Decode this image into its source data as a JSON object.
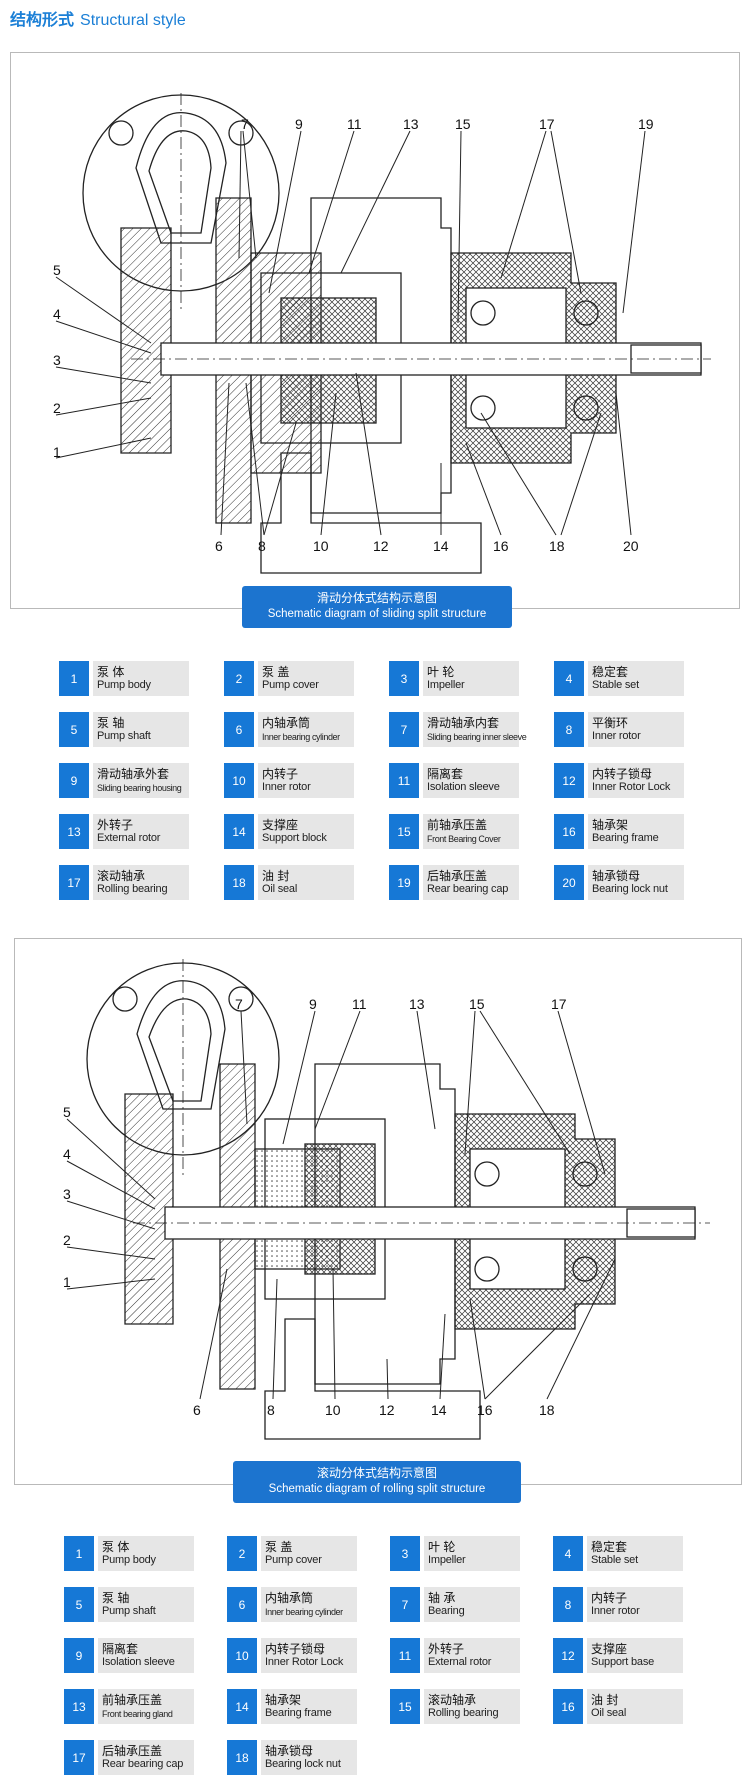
{
  "header": {
    "title_zh": "结构形式",
    "title_en": "Structural style"
  },
  "diagram1": {
    "caption_zh": "滑动分体式结构示意图",
    "caption_en": "Schematic diagram of sliding split structure",
    "callouts": [
      "1",
      "2",
      "3",
      "4",
      "5",
      "6",
      "7",
      "8",
      "9",
      "10",
      "11",
      "12",
      "13",
      "14",
      "15",
      "16",
      "17",
      "18",
      "19",
      "20"
    ],
    "legend": [
      {
        "num": "1",
        "zh": "泵 体",
        "en": "Pump body"
      },
      {
        "num": "2",
        "zh": "泵 盖",
        "en": "Pump cover"
      },
      {
        "num": "3",
        "zh": "叶 轮",
        "en": "Impeller"
      },
      {
        "num": "4",
        "zh": "稳定套",
        "en": "Stable set"
      },
      {
        "num": "5",
        "zh": "泵 轴",
        "en": "Pump shaft"
      },
      {
        "num": "6",
        "zh": "内轴承筒",
        "en": "Inner bearing cylinder"
      },
      {
        "num": "7",
        "zh": "滑动轴承内套",
        "en": "Sliding bearing inner sleeve"
      },
      {
        "num": "8",
        "zh": "平衡环",
        "en": "Inner rotor"
      },
      {
        "num": "9",
        "zh": "滑动轴承外套",
        "en": "Sliding bearing housing"
      },
      {
        "num": "10",
        "zh": "内转子",
        "en": "Inner rotor"
      },
      {
        "num": "11",
        "zh": "隔离套",
        "en": "Isolation sleeve"
      },
      {
        "num": "12",
        "zh": "内转子锁母",
        "en": "Inner Rotor Lock"
      },
      {
        "num": "13",
        "zh": "外转子",
        "en": "External rotor"
      },
      {
        "num": "14",
        "zh": "支撑座",
        "en": "Support block"
      },
      {
        "num": "15",
        "zh": "前轴承压盖",
        "en": "Front Bearing Cover"
      },
      {
        "num": "16",
        "zh": "轴承架",
        "en": "Bearing frame"
      },
      {
        "num": "17",
        "zh": "滚动轴承",
        "en": "Rolling bearing"
      },
      {
        "num": "18",
        "zh": "油 封",
        "en": "Oil seal"
      },
      {
        "num": "19",
        "zh": "后轴承压盖",
        "en": "Rear bearing cap"
      },
      {
        "num": "20",
        "zh": "轴承锁母",
        "en": "Bearing lock nut"
      }
    ]
  },
  "diagram2": {
    "caption_zh": "滚动分体式结构示意图",
    "caption_en": "Schematic diagram of rolling split structure",
    "callouts": [
      "1",
      "2",
      "3",
      "4",
      "5",
      "6",
      "7",
      "8",
      "9",
      "10",
      "11",
      "12",
      "13",
      "14",
      "15",
      "16",
      "17",
      "18"
    ],
    "legend": [
      {
        "num": "1",
        "zh": "泵 体",
        "en": "Pump body"
      },
      {
        "num": "2",
        "zh": "泵 盖",
        "en": "Pump cover"
      },
      {
        "num": "3",
        "zh": "叶 轮",
        "en": "Impeller"
      },
      {
        "num": "4",
        "zh": "稳定套",
        "en": "Stable set"
      },
      {
        "num": "5",
        "zh": "泵 轴",
        "en": "Pump shaft"
      },
      {
        "num": "6",
        "zh": "内轴承筒",
        "en": "Inner bearing cylinder"
      },
      {
        "num": "7",
        "zh": "轴 承",
        "en": "Bearing"
      },
      {
        "num": "8",
        "zh": "内转子",
        "en": "Inner rotor"
      },
      {
        "num": "9",
        "zh": "隔离套",
        "en": "Isolation sleeve"
      },
      {
        "num": "10",
        "zh": "内转子锁母",
        "en": "Inner Rotor Lock"
      },
      {
        "num": "11",
        "zh": "外转子",
        "en": "External rotor"
      },
      {
        "num": "12",
        "zh": "支撑座",
        "en": "Support base"
      },
      {
        "num": "13",
        "zh": "前轴承压盖",
        "en": "Front bearing gland"
      },
      {
        "num": "14",
        "zh": "轴承架",
        "en": "Bearing frame"
      },
      {
        "num": "15",
        "zh": "滚动轴承",
        "en": "Rolling bearing"
      },
      {
        "num": "16",
        "zh": "油 封",
        "en": "Oil seal"
      },
      {
        "num": "17",
        "zh": "后轴承压盖",
        "en": "Rear bearing cap"
      },
      {
        "num": "18",
        "zh": "轴承锁母",
        "en": "Bearing lock nut"
      }
    ]
  }
}
